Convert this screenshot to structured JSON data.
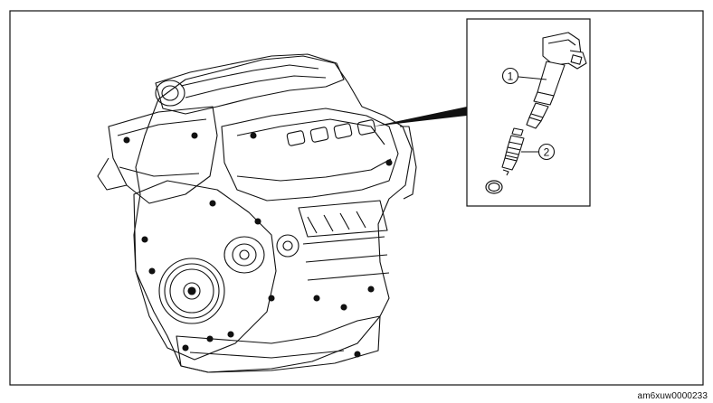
{
  "figure": {
    "image_id": "am6xuw0000233",
    "callouts": [
      {
        "number": "1"
      },
      {
        "number": "2"
      }
    ]
  }
}
